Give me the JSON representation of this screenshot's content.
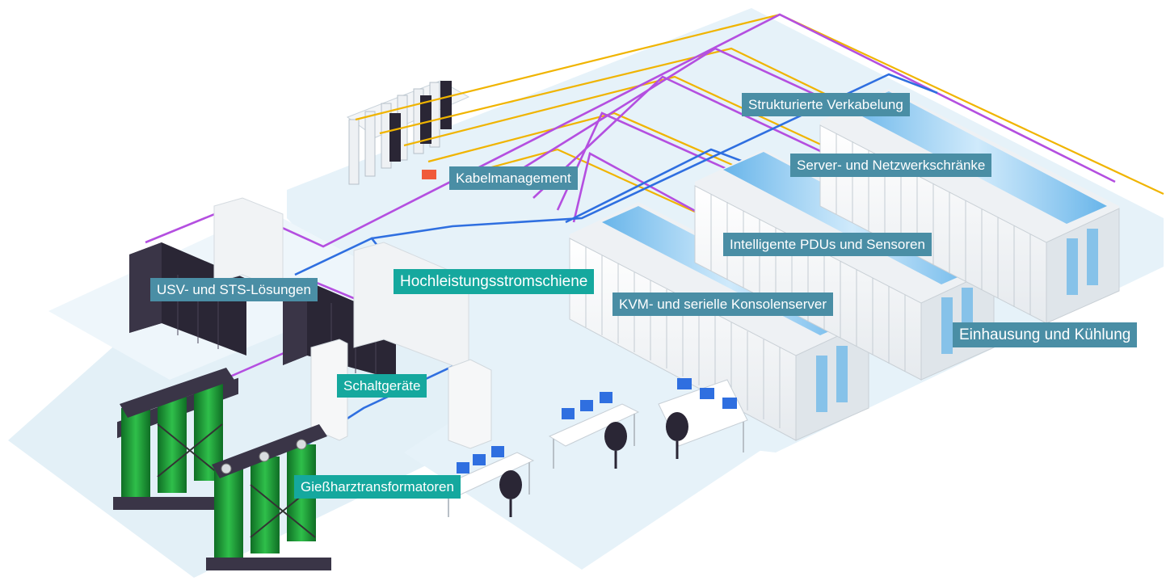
{
  "colors": {
    "floor": "#e4f1f8",
    "floor_edge": "#d5e8f2",
    "rack_white": "#f4f6f8",
    "rack_dark": "#2a2635",
    "aisle_glass": "#5fb4e8",
    "power_cable": "#2f6fe0",
    "data_cable": "#b44fe0",
    "fiber_cable": "#f0b400",
    "transformer_green": "#1f9a3a",
    "label_teal": "#15a89e",
    "label_slate": "#4a8ea5"
  },
  "hotspots": {
    "structured_cabling": "Strukturierte Verkabelung",
    "server_network_racks": "Server- und Netzwerkschränke",
    "cable_management": "Kabelmanagement",
    "smart_pdus": "Intelligente PDUs und Sensoren",
    "ups_sts": "USV- und STS-Lösungen",
    "busway": "Hochleistungsstromschiene",
    "kvm": "KVM- und serielle Konsolenserver",
    "containment_cooling": "Einhausung und Kühlung",
    "switchgear": "Schaltgeräte",
    "cast_resin_transformers": "Gießharztransformatoren"
  },
  "icons": [
    "server-rack-icon",
    "transformer-icon",
    "workstation-icon",
    "office-chair-icon",
    "monitor-icon"
  ]
}
